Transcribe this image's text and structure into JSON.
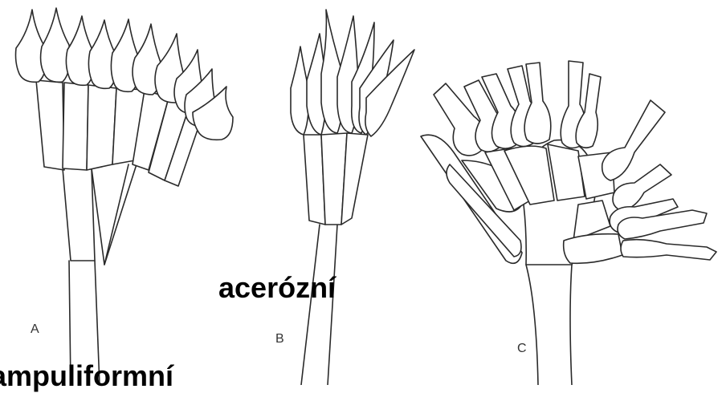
{
  "panels": {
    "a": "A",
    "b": "B",
    "c": "C"
  },
  "captions": {
    "acerozni": "acerózní",
    "ampuliformni": "ampuliformní"
  }
}
